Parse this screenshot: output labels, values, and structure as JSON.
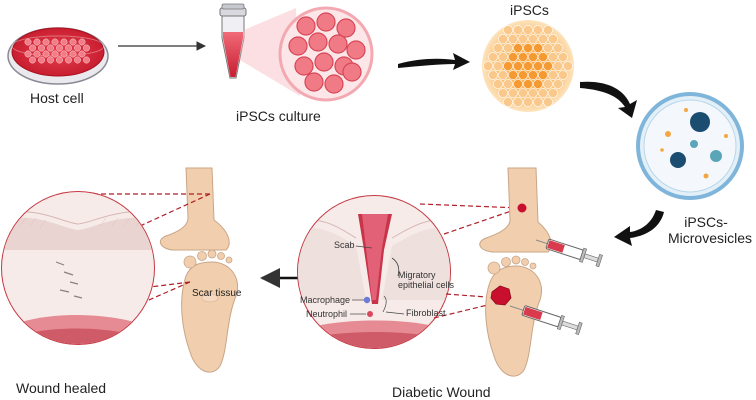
{
  "labels": {
    "host_cell": "Host  cell",
    "ipsc_culture": "iPSCs culture",
    "ipscs": "iPSCs",
    "microvesicles_line1": "iPSCs-",
    "microvesicles_line2": "Microvesicles",
    "wound_healed": "Wound healed",
    "diabetic_wound": "Diabetic Wound",
    "scar_tissue": "Scar tissue",
    "scab": "Scab",
    "migratory_line1": "Migratory",
    "migratory_line2": "epithelial cells",
    "macrophage": "Macrophage",
    "neutrophil": "Neutrophil",
    "fibroblast": "Fibroblast"
  },
  "colors": {
    "culture_red": "#d8283a",
    "ipsc_orange": "#f4a640",
    "vesicle_dark": "#1a4d70",
    "vesicle_teal": "#5aa5b8",
    "skin": "#f1cfae",
    "dashed_red": "#b01e28",
    "wound_red": "#c8102e",
    "arrow": "#111111"
  }
}
